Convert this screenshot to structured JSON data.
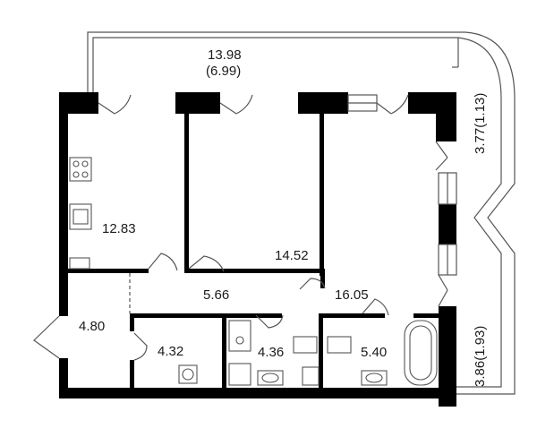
{
  "rooms": {
    "balcony": "13.98",
    "balcony_sub": "(6.99)",
    "kitchen": "12.83",
    "bedroom": "14.52",
    "hall": "5.66",
    "living": "16.05",
    "entry": "4.80",
    "storage": "4.32",
    "bath1": "4.36",
    "bath2": "5.40"
  },
  "side_labels": {
    "upper_balcony": "3.77(1.13)",
    "lower_balcony": "3.86(1.93)"
  },
  "colors": {
    "wall": "#000000",
    "line": "#555555",
    "text": "#1a1a1a"
  }
}
